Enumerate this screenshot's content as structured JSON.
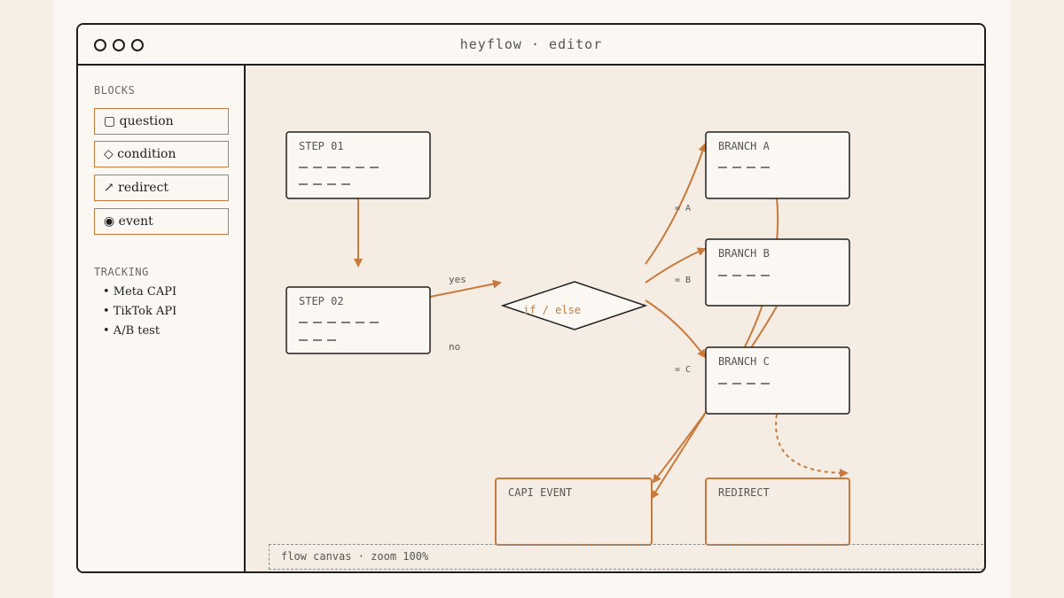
{
  "window": {
    "title": "heyflow · editor"
  },
  "sidebar": {
    "blocks_label": "BLOCKS",
    "blocks": [
      {
        "label": "▢ question"
      },
      {
        "label": "◇ condition"
      },
      {
        "label": "↗ redirect"
      },
      {
        "label": "◉ event"
      }
    ],
    "tracking_label": "TRACKING",
    "tracking": [
      {
        "label": "• Meta CAPI"
      },
      {
        "label": "• TikTok API"
      },
      {
        "label": "• A/B test"
      }
    ]
  },
  "canvas": {
    "nodes": {
      "step01": "STEP 01",
      "step02": "STEP 02",
      "branch_a": "BRANCH A",
      "branch_b": "BRANCH B",
      "branch_c": "BRANCH C",
      "capi_event": "CAPI EVENT",
      "redirect": "REDIRECT"
    },
    "condition": "if / else",
    "edge_labels": {
      "yes": "yes",
      "no": "no",
      "eq_a": "= A",
      "eq_b": "= B",
      "eq_c": "= C"
    },
    "status": "flow canvas · zoom 100%"
  },
  "colors": {
    "accent": "#c87a3c",
    "ink": "#1e1e1e",
    "canvas_bg": "#f5ede3",
    "panel_bg": "#fbf8f3"
  }
}
